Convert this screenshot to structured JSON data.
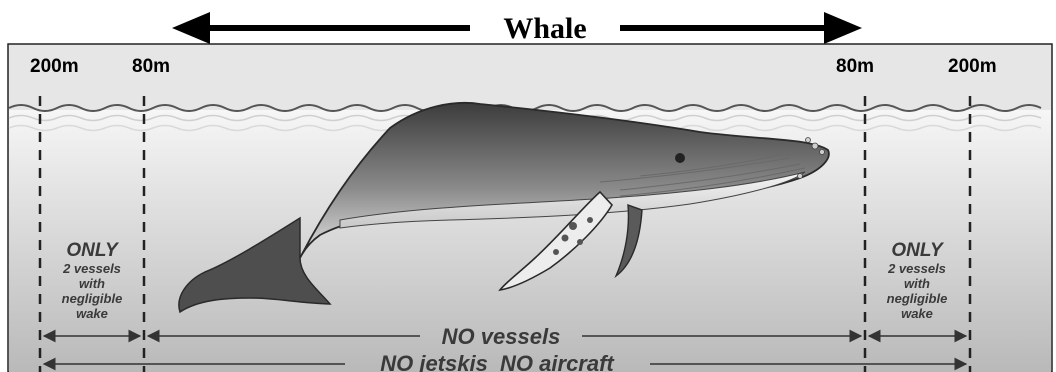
{
  "title": "Whale",
  "distances": {
    "left_outer": "200m",
    "left_inner": "80m",
    "right_inner": "80m",
    "right_outer": "200m"
  },
  "zones": {
    "left_only": {
      "heading": "ONLY",
      "lines": [
        "2 vessels",
        "with",
        "negligible",
        "wake"
      ]
    },
    "right_only": {
      "heading": "ONLY",
      "lines": [
        "2 vessels",
        "with",
        "negligible",
        "wake"
      ]
    },
    "no_vessels": "NO vessels",
    "no_jetskis_aircraft": "NO jetskis  NO aircraft"
  },
  "colors": {
    "sky": "#e8e8e8",
    "water_top": "#f4f4f4",
    "water_bottom": "#bdbdbd",
    "whale_dark": "#4a4a4a",
    "whale_light": "#f2f2f2",
    "line": "#333333"
  }
}
